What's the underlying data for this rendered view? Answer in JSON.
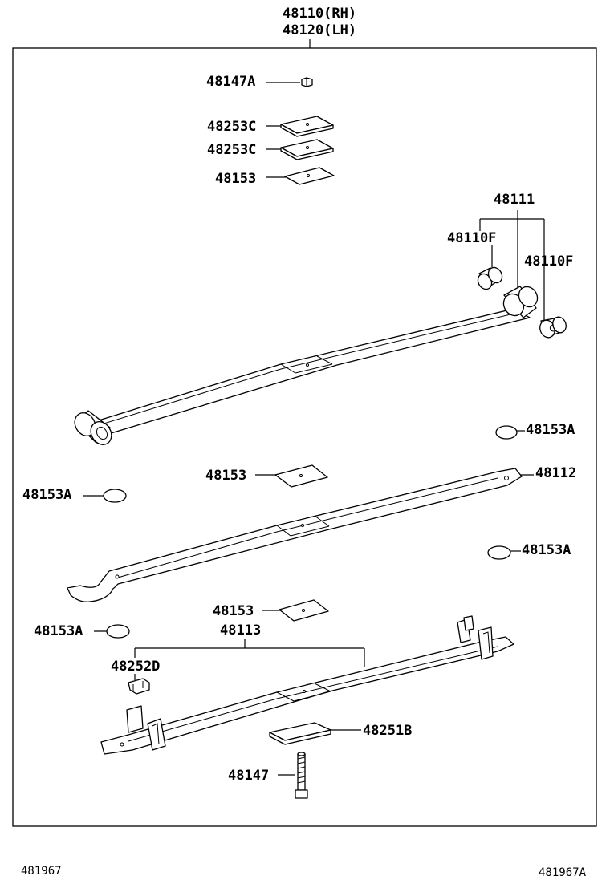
{
  "header": {
    "assembly_rh": "48110(RH)",
    "assembly_lh": "48120(LH)"
  },
  "labels": {
    "nut_48147A": "48147A",
    "plate_48253C_1": "48253C",
    "plate_48253C_2": "48253C",
    "seat_48153_top": "48153",
    "leaf_48111": "48111",
    "bushing_48110F_left": "48110F",
    "bushing_48110F_right": "48110F",
    "pad_48153A_1": "48153A",
    "seat_48153_mid": "48153",
    "leaf_48112": "48112",
    "pad_48153A_2": "48153A",
    "pad_48153A_3": "48153A",
    "seat_48153_low": "48153",
    "pad_48153A_4": "48153A",
    "leaf_48113": "48113",
    "clip_48252D": "48252D",
    "plate_48251B": "48251B",
    "bolt_48147": "48147"
  },
  "footer": {
    "left_code": "481967",
    "right_code": "481967A"
  }
}
